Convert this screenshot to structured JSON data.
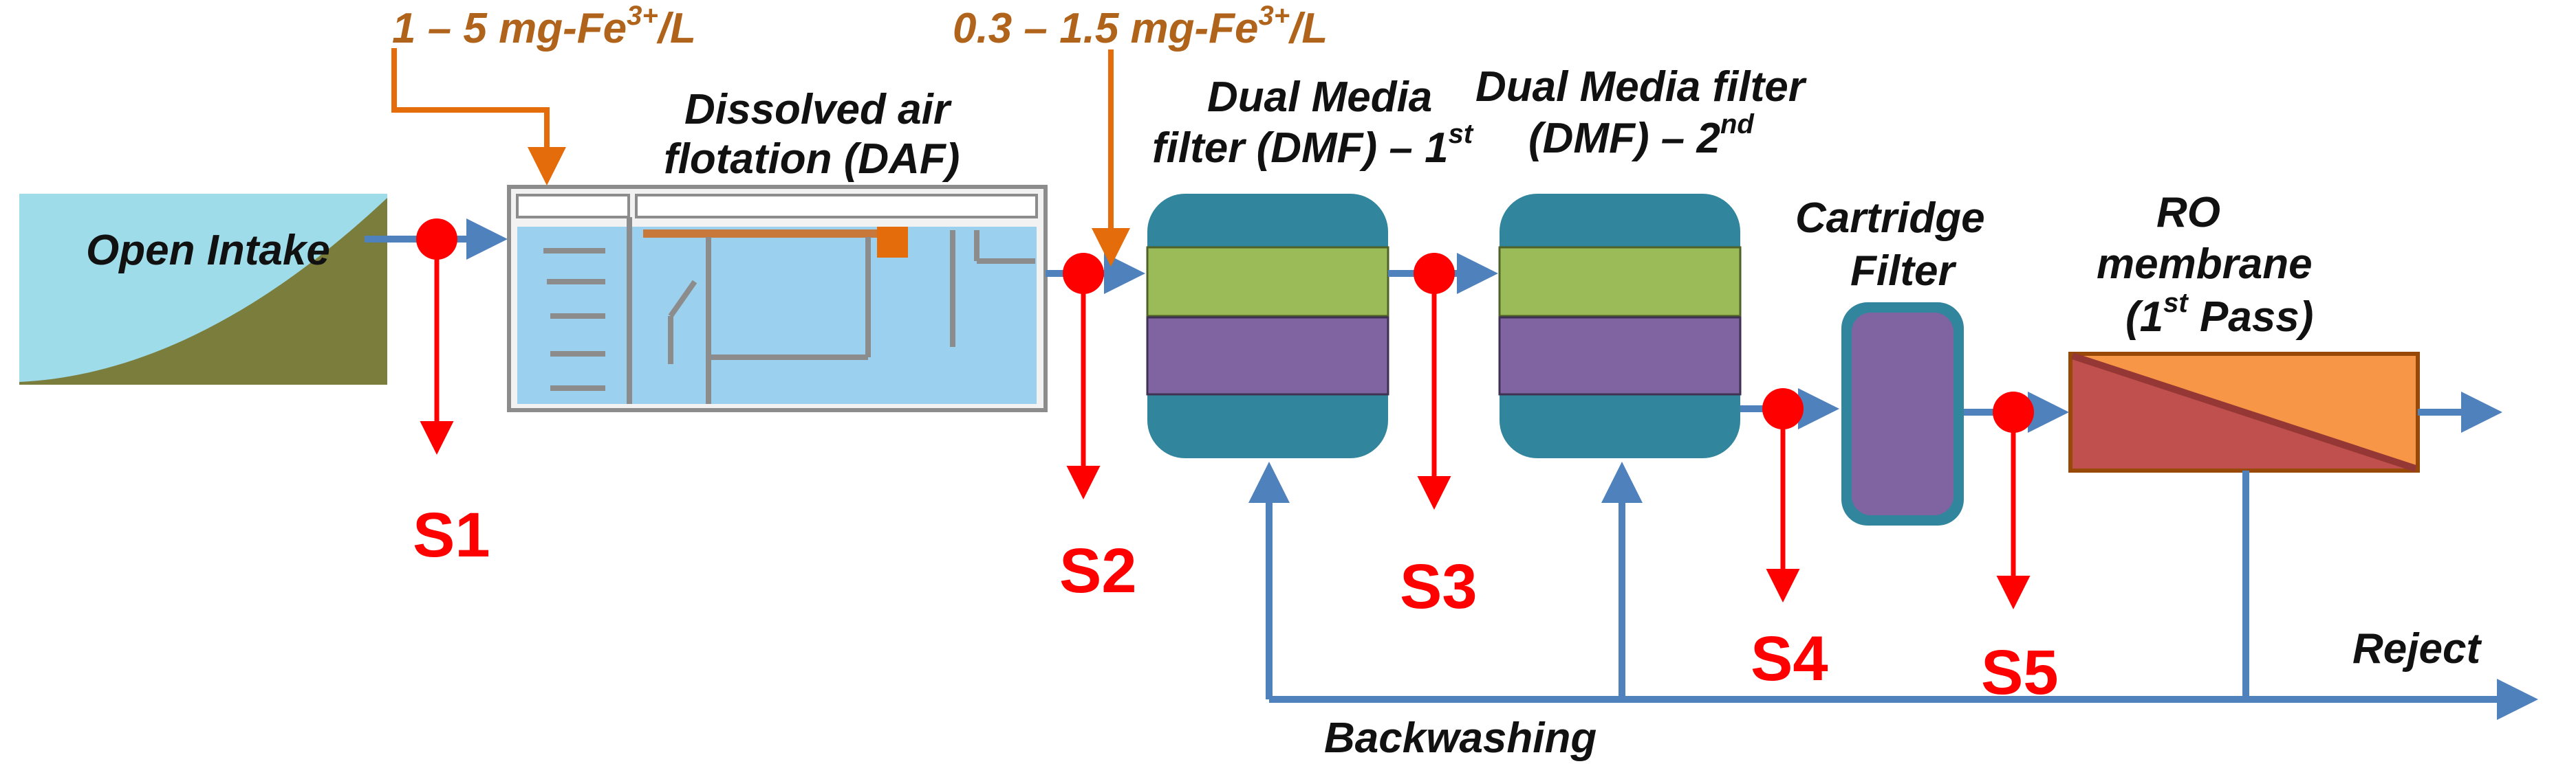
{
  "labels": {
    "open_intake": "Open Intake",
    "daf_line1": "Dissolved air",
    "daf_line2": "flotation (DAF)",
    "dmf1_line1": "Dual Media",
    "dmf1_line2": "filter (DMF) – 1",
    "dmf1_sup": "st",
    "dmf2_line1": "Dual Media filter",
    "dmf2_line2": "(DMF) – 2",
    "dmf2_sup": "nd",
    "cartridge_line1": "Cartridge",
    "cartridge_line2": "Filter",
    "ro_line1": "RO",
    "ro_line2": "membrane",
    "ro_line3_open": "(1",
    "ro_sup": "st",
    "ro_line3_close": " Pass)",
    "reject": "Reject",
    "backwashing": "Backwashing"
  },
  "dosing": [
    {
      "pre": "1 – 5 mg-Fe",
      "sup": "3+",
      "post": "/L"
    },
    {
      "pre": "0.3 – 1.5  mg-Fe",
      "sup": "3+",
      "post": "/L"
    }
  ],
  "sample_points": [
    "S1",
    "S2",
    "S3",
    "S4",
    "S5"
  ],
  "colors": {
    "flow": "#4f81bd",
    "sample": "#ff0000",
    "dose": "#e46c0a",
    "dose_text": "#b0631a",
    "intake_sky": "#9edcea",
    "intake_ground": "#7b7d3c",
    "daf_water": "#9cd0ef",
    "dmf_shell": "#31859c",
    "media_green": "#9bbb59",
    "media_purple": "#8064a2",
    "ro_red": "#c0504d",
    "ro_orange": "#f79646"
  }
}
